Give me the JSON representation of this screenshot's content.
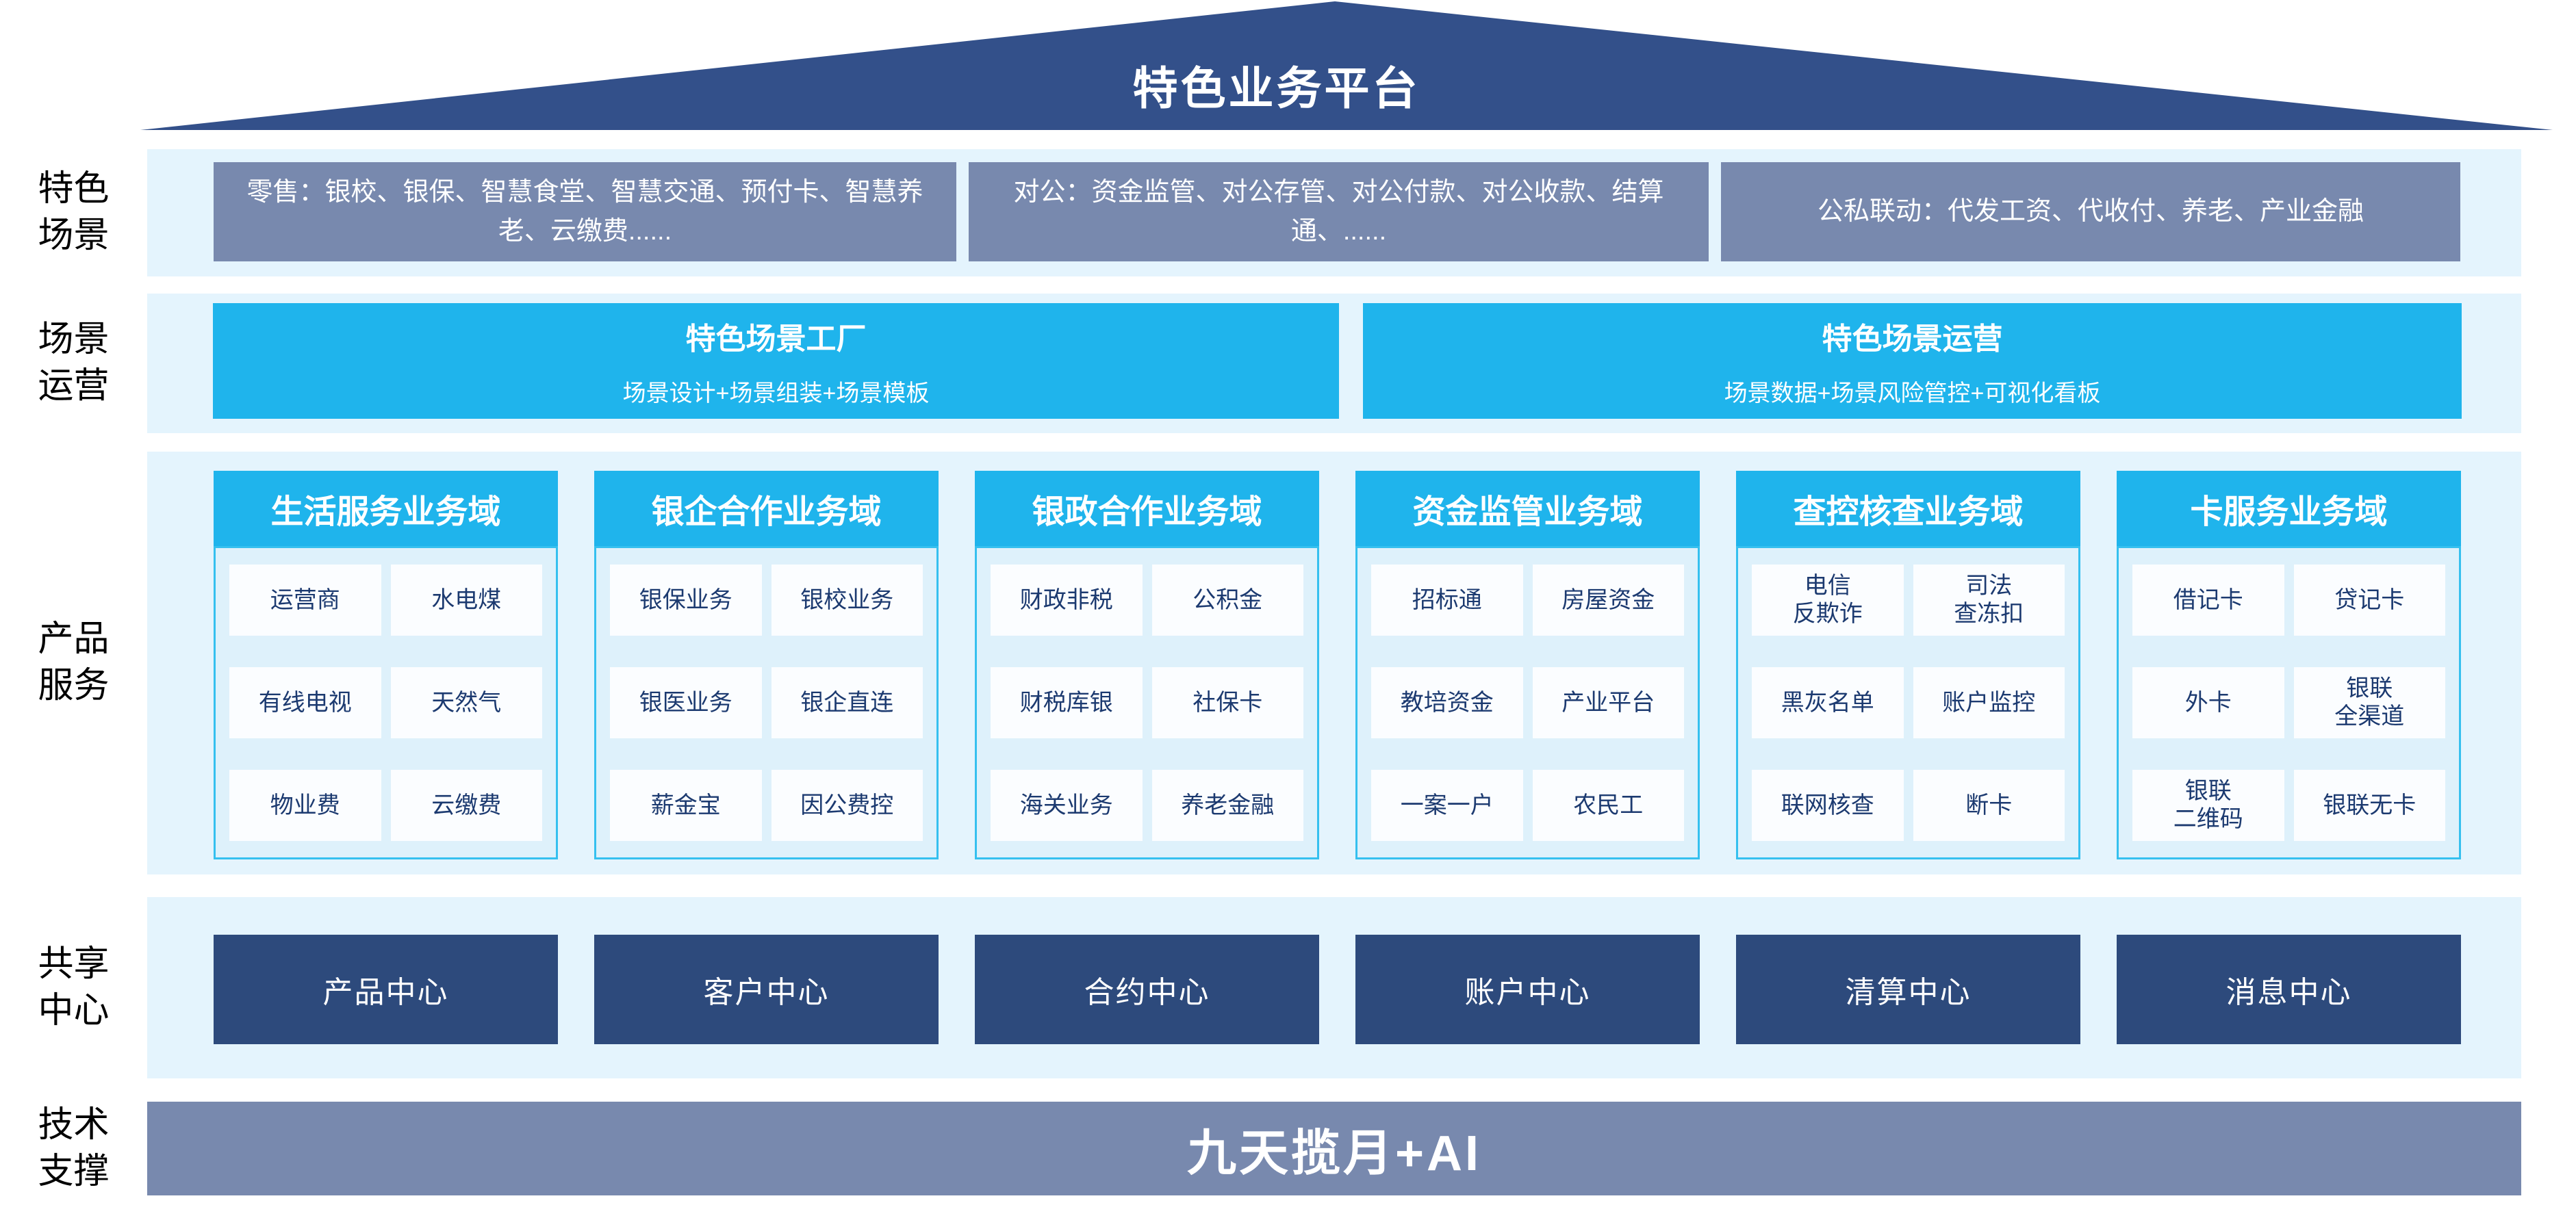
{
  "banner": {
    "title": "特色业务平台"
  },
  "colors": {
    "roof_navy": "#33508a",
    "steel_blue": "#7889ae",
    "cyan": "#1fb4ec",
    "band_light_blue": "#e4f4fd",
    "panel_fill": "#def1fb",
    "panel_border": "#35c0ef",
    "center_navy": "#2d4a7c",
    "cell_text_navy": "#1c3a70"
  },
  "sections": {
    "scenes": {
      "label": "特色场景",
      "items": [
        "零售：银校、银保、智慧食堂、智慧交通、预付卡、智慧养老、云缴费......",
        "对公：资金监管、对公存管、对公付款、对公收款、结算通、......",
        "公私联动：代发工资、代收付、养老、产业金融"
      ]
    },
    "operations": {
      "label": "场景运营",
      "boxes": [
        {
          "title": "特色场景工厂",
          "subtitle": "场景设计+场景组装+场景模板"
        },
        {
          "title": "特色场景运营",
          "subtitle": "场景数据+场景风险管控+可视化看板"
        }
      ]
    },
    "products": {
      "label": "产品服务",
      "domains": [
        {
          "name": "生活服务业务域",
          "cells": [
            "运营商",
            "水电煤",
            "有线电视",
            "天然气",
            "物业费",
            "云缴费"
          ]
        },
        {
          "name": "银企合作业务域",
          "cells": [
            "银保业务",
            "银校业务",
            "银医业务",
            "银企直连",
            "薪金宝",
            "因公费控"
          ]
        },
        {
          "name": "银政合作业务域",
          "cells": [
            "财政非税",
            "公积金",
            "财税库银",
            "社保卡",
            "海关业务",
            "养老金融"
          ]
        },
        {
          "name": "资金监管业务域",
          "cells": [
            "招标通",
            "房屋资金",
            "教培资金",
            "产业平台",
            "一案一户",
            "农民工"
          ]
        },
        {
          "name": "查控核查业务域",
          "cells": [
            "电信\n反欺诈",
            "司法\n查冻扣",
            "黑灰名单",
            "账户监控",
            "联网核查",
            "断卡"
          ]
        },
        {
          "name": "卡服务业务域",
          "cells": [
            "借记卡",
            "贷记卡",
            "外卡",
            "银联\n全渠道",
            "银联\n二维码",
            "银联无卡"
          ]
        }
      ]
    },
    "centers": {
      "label": "共享中心",
      "items": [
        "产品中心",
        "客户中心",
        "合约中心",
        "账户中心",
        "清算中心",
        "消息中心"
      ]
    },
    "tech": {
      "label": "技术支撑",
      "platform": "九天揽月+AI"
    }
  }
}
